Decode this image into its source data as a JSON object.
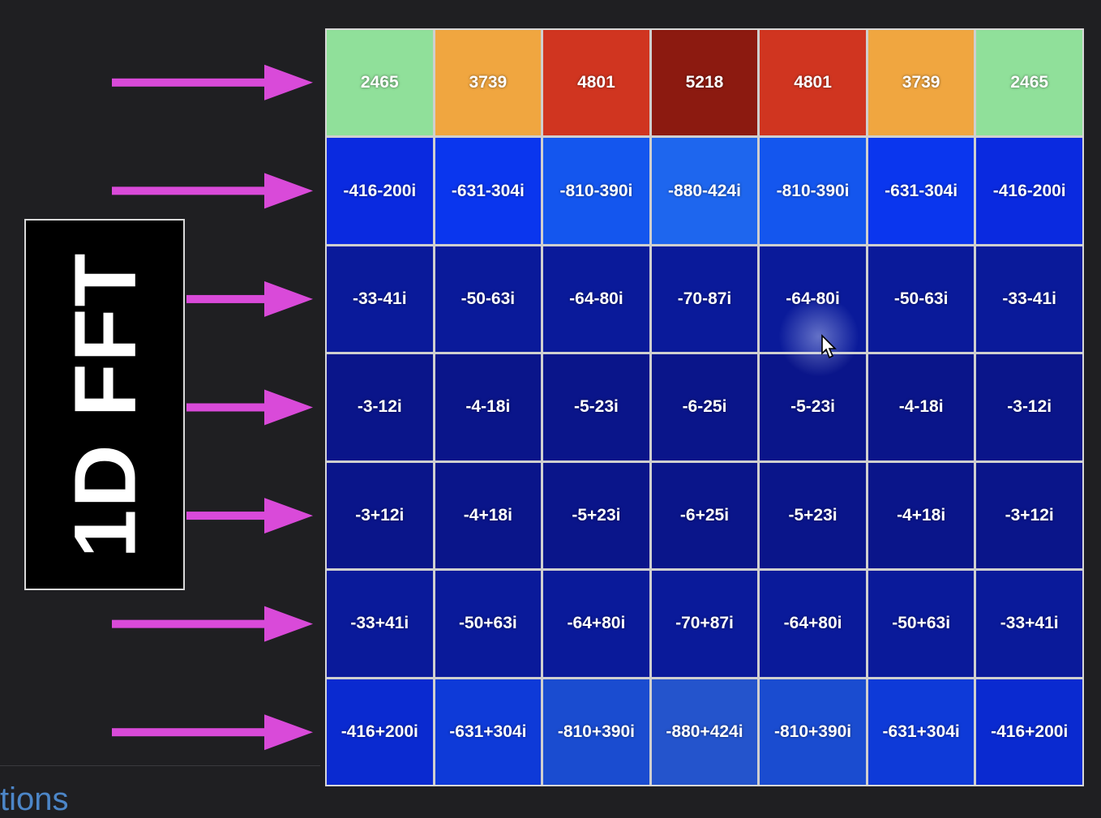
{
  "label": {
    "text": "1D FFT"
  },
  "arrow_color": "#d94ad9",
  "matrix": {
    "rows": [
      {
        "colors": [
          "#90e09a",
          "#f0a640",
          "#d03520",
          "#8c1a10",
          "#d03520",
          "#f0a640",
          "#90e09a"
        ],
        "values": [
          "2465",
          "3739",
          "4801",
          "5218",
          "4801",
          "3739",
          "2465"
        ]
      },
      {
        "colors": [
          "#0a2ae0",
          "#0a36ee",
          "#1456ee",
          "#1e66ee",
          "#1456ee",
          "#0a36ee",
          "#0a2ae0"
        ],
        "values": [
          "-416-200i",
          "-631-304i",
          "-810-390i",
          "-880-424i",
          "-810-390i",
          "-631-304i",
          "-416-200i"
        ]
      },
      {
        "colors": [
          "#0a1a9a",
          "#0a1a9a",
          "#0a1a9a",
          "#0a1a9a",
          "#0a1a9a",
          "#0a1a9a",
          "#0a1a9a"
        ],
        "values": [
          "-33-41i",
          "-50-63i",
          "-64-80i",
          "-70-87i",
          "-64-80i",
          "-50-63i",
          "-33-41i"
        ]
      },
      {
        "colors": [
          "#0a158a",
          "#0a158a",
          "#0a158a",
          "#0a158a",
          "#0a158a",
          "#0a158a",
          "#0a158a"
        ],
        "values": [
          "-3-12i",
          "-4-18i",
          "-5-23i",
          "-6-25i",
          "-5-23i",
          "-4-18i",
          "-3-12i"
        ]
      },
      {
        "colors": [
          "#0a158a",
          "#0a158a",
          "#0a158a",
          "#0a158a",
          "#0a158a",
          "#0a158a",
          "#0a158a"
        ],
        "values": [
          "-3+12i",
          "-4+18i",
          "-5+23i",
          "-6+25i",
          "-5+23i",
          "-4+18i",
          "-3+12i"
        ]
      },
      {
        "colors": [
          "#0a1a9a",
          "#0a1a9a",
          "#0a1a9a",
          "#0a1a9a",
          "#0a1a9a",
          "#0a1a9a",
          "#0a1a9a"
        ],
        "values": [
          "-33+41i",
          "-50+63i",
          "-64+80i",
          "-70+87i",
          "-64+80i",
          "-50+63i",
          "-33+41i"
        ]
      },
      {
        "colors": [
          "#0a2ad0",
          "#0e3ad8",
          "#1a4cd0",
          "#2454cc",
          "#1a4cd0",
          "#0e3ad8",
          "#0a2ad0"
        ],
        "values": [
          "-416+200i",
          "-631+304i",
          "-810+390i",
          "-880+424i",
          "-810+390i",
          "-631+304i",
          "-416+200i"
        ]
      }
    ]
  },
  "bottom_text": "tions"
}
